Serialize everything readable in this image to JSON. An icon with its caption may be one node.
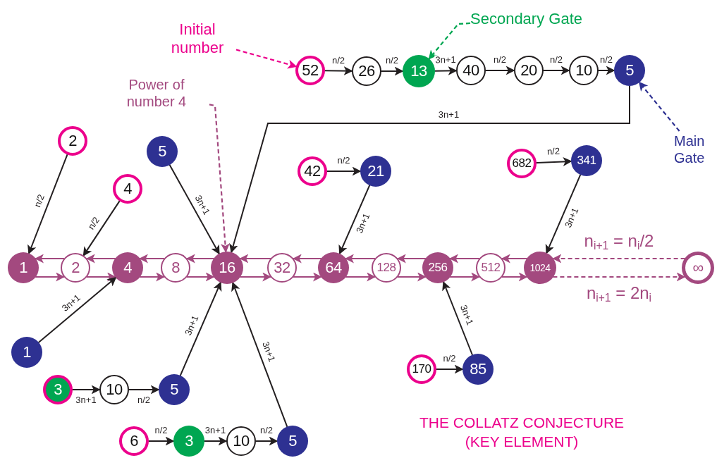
{
  "diagram": {
    "caption": "THE COLLATZ CONJECTURE (KEY ELEMENT)",
    "nodes": [
      {
        "text": [
          "Initial number"
        ]
      },
      {
        "text": [
          "Secondary Gate"
        ]
      },
      {
        "text": [
          "52"
        ]
      },
      {
        "text": [
          "26"
        ]
      },
      {
        "text": [
          "13"
        ]
      },
      {
        "text": [
          "40"
        ]
      },
      {
        "text": [
          "20"
        ]
      },
      {
        "text": [
          "10"
        ]
      },
      {
        "text": [
          "5"
        ]
      },
      {
        "text": [
          "Power of number 4"
        ]
      },
      {
        "text": [
          "Main Gate"
        ]
      },
      {
        "text": [
          "2"
        ]
      },
      {
        "text": [
          "5"
        ]
      },
      {
        "text": [
          "4"
        ]
      },
      {
        "text": [
          "42"
        ]
      },
      {
        "text": [
          "21"
        ]
      },
      {
        "text": [
          "682"
        ]
      },
      {
        "text": [
          "341"
        ]
      },
      {
        "text": [
          "1"
        ]
      },
      {
        "text": [
          "2"
        ]
      },
      {
        "text": [
          "4"
        ]
      },
      {
        "text": [
          "8"
        ]
      },
      {
        "text": [
          "16"
        ]
      },
      {
        "text": [
          "32"
        ]
      },
      {
        "text": [
          "64"
        ]
      },
      {
        "text": [
          "128"
        ]
      },
      {
        "text": [
          "256"
        ]
      },
      {
        "text": [
          "512"
        ]
      },
      {
        "text": [
          "1024"
        ]
      },
      {
        "text": [
          "∞"
        ]
      },
      {
        "text": [
          "1"
        ]
      },
      {
        "text": [
          "3"
        ]
      },
      {
        "text": [
          "10"
        ]
      },
      {
        "text": [
          "5"
        ]
      },
      {
        "text": [
          "170"
        ]
      },
      {
        "text": [
          "85"
        ]
      },
      {
        "text": [
          "6"
        ]
      },
      {
        "text": [
          "3"
        ]
      },
      {
        "text": [
          "10"
        ]
      },
      {
        "text": [
          "5"
        ]
      }
    ],
    "edges": [
      {
        "from": 0,
        "to": 2,
        "arrow": "to",
        "style": "dashed",
        "color": "#ec008c"
      },
      {
        "from": 1,
        "to": 4,
        "arrow": "to",
        "style": "dashed",
        "color": "#00a651"
      },
      {
        "from": 2,
        "to": 3,
        "arrow": "to",
        "label": "n/2"
      },
      {
        "from": 3,
        "to": 4,
        "arrow": "to",
        "label": "n/2"
      },
      {
        "from": 4,
        "to": 5,
        "arrow": "to",
        "label": "3n+1"
      },
      {
        "from": 5,
        "to": 6,
        "arrow": "to",
        "label": "n/2"
      },
      {
        "from": 6,
        "to": 7,
        "arrow": "to",
        "label": "n/2"
      },
      {
        "from": 7,
        "to": 8,
        "arrow": "to",
        "label": "n/2"
      },
      {
        "from": 10,
        "to": 8,
        "arrow": "to",
        "style": "dashed",
        "color": "#2e3192"
      },
      {
        "from": 8,
        "to": 22,
        "arrow": "to",
        "label": "3n+1"
      },
      {
        "from": 9,
        "to": 22,
        "arrow": "to",
        "style": "dashed",
        "color": "#a3497f"
      },
      {
        "from": 11,
        "to": 18,
        "arrow": "to",
        "label": "n/2"
      },
      {
        "from": 13,
        "to": 19,
        "arrow": "to",
        "label": "n/2"
      },
      {
        "from": 12,
        "to": 22,
        "arrow": "to",
        "label": "3n+1"
      },
      {
        "from": 14,
        "to": 15,
        "arrow": "to",
        "label": "n/2"
      },
      {
        "from": 15,
        "to": 24,
        "arrow": "to",
        "label": "3n+1"
      },
      {
        "from": 16,
        "to": 17,
        "arrow": "to",
        "label": "n/2"
      },
      {
        "from": 17,
        "to": 28,
        "arrow": "to",
        "label": "3n+1"
      },
      {
        "from": 19,
        "to": 18,
        "arrow": "to",
        "color": "#a3497f"
      },
      {
        "from": 18,
        "to": 19,
        "arrow": "to",
        "color": "#a3497f"
      },
      {
        "from": 20,
        "to": 19,
        "arrow": "to",
        "color": "#a3497f"
      },
      {
        "from": 19,
        "to": 20,
        "arrow": "to",
        "color": "#a3497f"
      },
      {
        "from": 21,
        "to": 20,
        "arrow": "to",
        "color": "#a3497f"
      },
      {
        "from": 20,
        "to": 21,
        "arrow": "to",
        "color": "#a3497f"
      },
      {
        "from": 22,
        "to": 21,
        "arrow": "to",
        "color": "#a3497f"
      },
      {
        "from": 21,
        "to": 22,
        "arrow": "to",
        "color": "#a3497f"
      },
      {
        "from": 23,
        "to": 22,
        "arrow": "to",
        "color": "#a3497f"
      },
      {
        "from": 22,
        "to": 23,
        "arrow": "to",
        "color": "#a3497f"
      },
      {
        "from": 24,
        "to": 23,
        "arrow": "to",
        "color": "#a3497f"
      },
      {
        "from": 23,
        "to": 24,
        "arrow": "to",
        "color": "#a3497f"
      },
      {
        "from": 25,
        "to": 24,
        "arrow": "to",
        "color": "#a3497f"
      },
      {
        "from": 24,
        "to": 25,
        "arrow": "to",
        "color": "#a3497f"
      },
      {
        "from": 26,
        "to": 25,
        "arrow": "to",
        "color": "#a3497f"
      },
      {
        "from": 25,
        "to": 26,
        "arrow": "to",
        "color": "#a3497f"
      },
      {
        "from": 27,
        "to": 26,
        "arrow": "to",
        "color": "#a3497f"
      },
      {
        "from": 26,
        "to": 27,
        "arrow": "to",
        "color": "#a3497f"
      },
      {
        "from": 28,
        "to": 27,
        "arrow": "to",
        "color": "#a3497f"
      },
      {
        "from": 27,
        "to": 28,
        "arrow": "to",
        "color": "#a3497f"
      },
      {
        "from": 29,
        "to": 28,
        "arrow": "to",
        "style": "dashed",
        "color": "#a3497f",
        "label": "n$_{i+1}$ = n$_{i}$/2"
      },
      {
        "from": 28,
        "to": 29,
        "arrow": "to",
        "style": "dashed",
        "color": "#a3497f",
        "label": "n$_{i+1}$ = 2n$_{i}$"
      },
      {
        "from": 30,
        "to": 20,
        "arrow": "to",
        "label": "3n+1"
      },
      {
        "from": 31,
        "to": 32,
        "arrow": "to",
        "label": "3n+1"
      },
      {
        "from": 32,
        "to": 33,
        "arrow": "to",
        "label": "n/2"
      },
      {
        "from": 33,
        "to": 22,
        "arrow": "to",
        "label": "3n+1"
      },
      {
        "from": 36,
        "to": 37,
        "arrow": "to",
        "label": "n/2"
      },
      {
        "from": 37,
        "to": 38,
        "arrow": "to",
        "label": "3n+1"
      },
      {
        "from": 38,
        "to": 39,
        "arrow": "to",
        "label": "n/2"
      },
      {
        "from": 39,
        "to": 22,
        "arrow": "to",
        "label": "3n+1"
      },
      {
        "from": 34,
        "to": 35,
        "arrow": "to",
        "label": "n/2"
      },
      {
        "from": 35,
        "to": 26,
        "arrow": "to",
        "label": "3n+1"
      }
    ]
  }
}
